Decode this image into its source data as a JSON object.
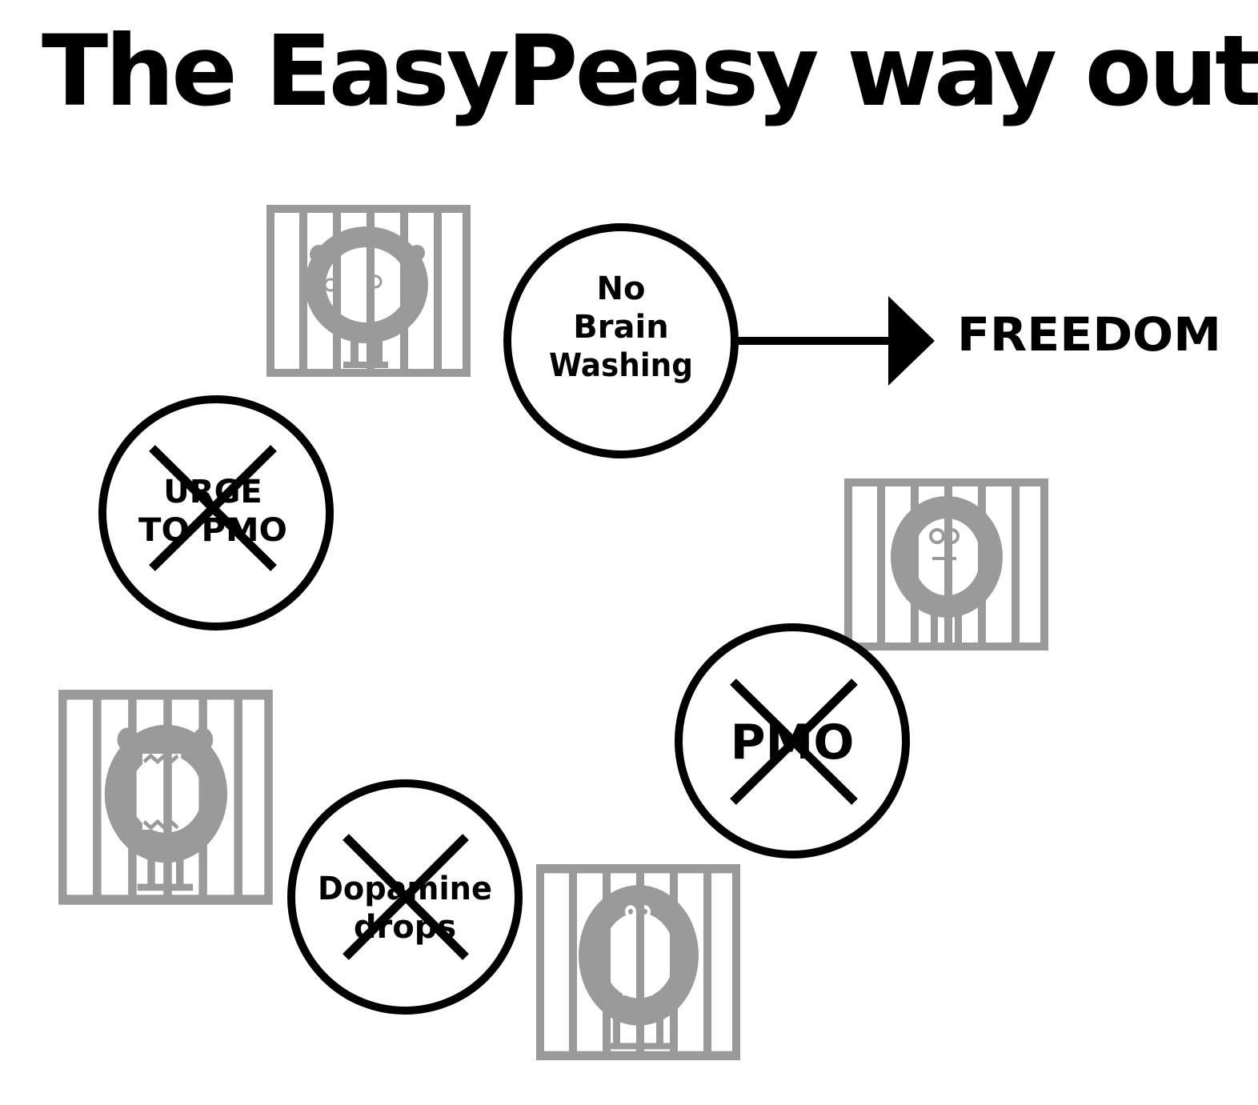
{
  "title": "The EasyPeasy way out",
  "colors": {
    "ink": "#000000",
    "cage": "#9a9a9a",
    "background": "#ffffff"
  },
  "nodes": {
    "no_brain_washing": {
      "lines": [
        "No",
        "Brain",
        "Washing"
      ],
      "crossed": false
    },
    "urge_to_pmo": {
      "lines": [
        "URGE",
        "TO PMO"
      ],
      "crossed": true
    },
    "pmo": {
      "lines": [
        "PMO"
      ],
      "crossed": true
    },
    "dopamine_drops": {
      "lines": [
        "Dopamine",
        "drops"
      ],
      "crossed": true
    }
  },
  "destination": "FREEDOM",
  "cages": [
    {
      "id": "cage-top",
      "icon": "caged-monster-icon"
    },
    {
      "id": "cage-right",
      "icon": "caged-monster-icon"
    },
    {
      "id": "cage-left",
      "icon": "caged-monster-icon"
    },
    {
      "id": "cage-bottom",
      "icon": "caged-monster-icon"
    }
  ]
}
